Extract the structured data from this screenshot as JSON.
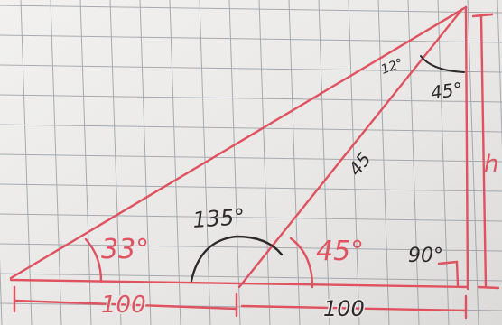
{
  "colors": {
    "paper": "#e9e8e6",
    "grid": "#8f959c",
    "red_ink": "#e0525f",
    "black_ink": "#2e2a2c"
  },
  "angles": {
    "left": "33°",
    "obtuse": "135°",
    "middle": "45°",
    "right": "90°",
    "top_left": "12°",
    "top_right": "45°"
  },
  "lengths": {
    "left_base": "100",
    "right_base": "100",
    "hypotenuse": "45",
    "height": "h"
  }
}
